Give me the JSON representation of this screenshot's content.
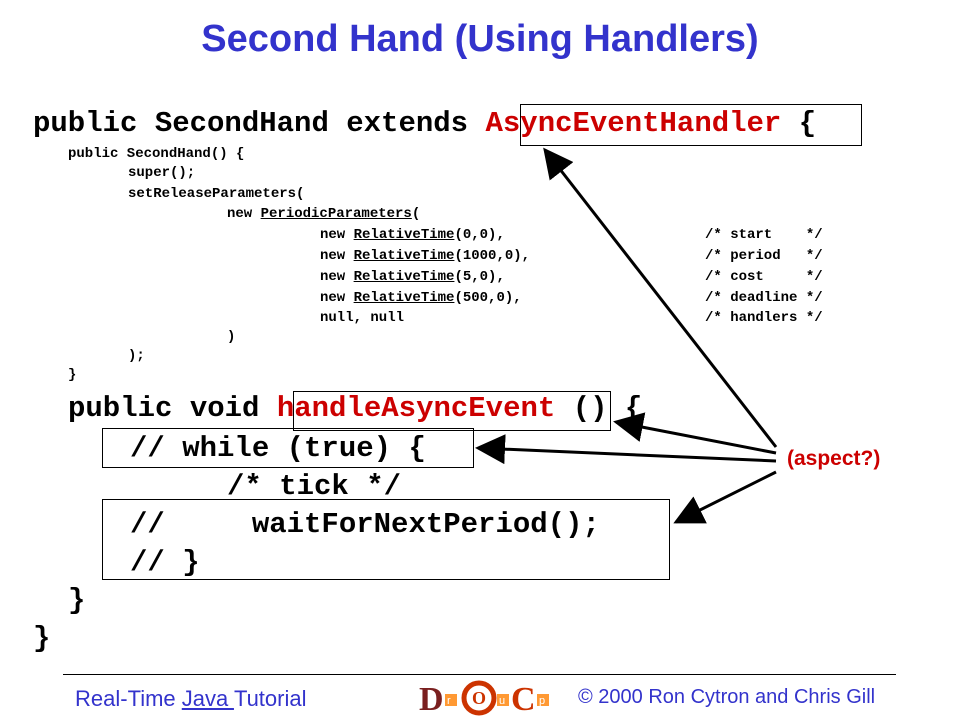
{
  "colors": {
    "title": "#3333cc",
    "accent": "#cc0000",
    "text": "#000000"
  },
  "slide": {
    "title": "Second Hand (Using Handlers)",
    "class_decl": {
      "pre": "public SecondHand extends ",
      "type": "AsyncEventHandler",
      "post": " {"
    },
    "ctor": {
      "sig": "public SecondHand() {",
      "super": "super();",
      "set_release": "setReleaseParameters(",
      "new_prefix": "new ",
      "periodic": "PeriodicParameters",
      "paren_open": "(",
      "relative": "RelativeTime",
      "args": [
        {
          "rest": "(0,0),",
          "comment": "/* start    */"
        },
        {
          "rest": "(1000,0),",
          "comment": "/* period   */"
        },
        {
          "rest": "(5,0),",
          "comment": "/* cost     */"
        },
        {
          "rest": "(500,0),",
          "comment": "/* deadline */"
        }
      ],
      "nulls": "null, null",
      "nulls_comment": "/* handlers */",
      "close1": ")",
      "close2": ");",
      "close3": "}"
    },
    "handler": {
      "pre": "public void ",
      "name": "handleAsyncEvent",
      "post": " () {",
      "while_line": "// while (true) {",
      "tick": "/* tick */",
      "wait_line": "//     waitForNextPeriod();",
      "close_while": "// }",
      "close_method": "}",
      "close_class": "}"
    },
    "aspect_label": "(aspect?)"
  },
  "footer": {
    "left_pre": "Real-Time ",
    "left_link": "Java ",
    "left_post": "Tutorial",
    "copyright": "©  2000 Ron Cytron and Chris Gill",
    "logo_letters": [
      "D",
      "r",
      "O",
      "u",
      "C",
      "p"
    ]
  }
}
